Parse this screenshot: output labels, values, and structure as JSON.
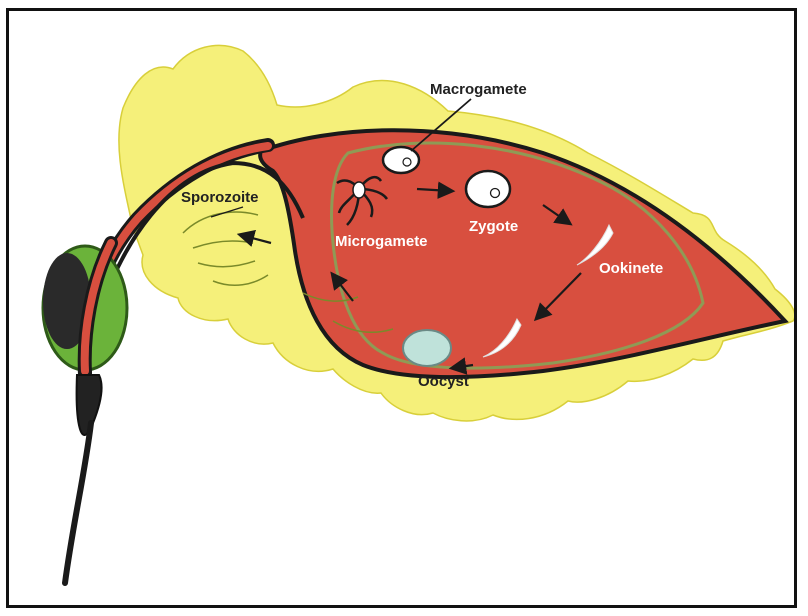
{
  "diagram": {
    "labels": {
      "macrogamete": "Macrogamete",
      "microgamete": "Microgamete",
      "zygote": "Zygote",
      "ookinete": "Ookinete",
      "oocyst": "Oocyst",
      "sporozoite": "Sporozoite"
    },
    "colors": {
      "frame": "#111111",
      "salivary_gland": "#f5f07a",
      "midgut": "#d84f3f",
      "outline": "#1a1a1a",
      "gut_inner_line": "#8f9a55",
      "head": "#6bb33a",
      "cells": "#ffffff",
      "oocyst": "#bfe2da"
    }
  }
}
